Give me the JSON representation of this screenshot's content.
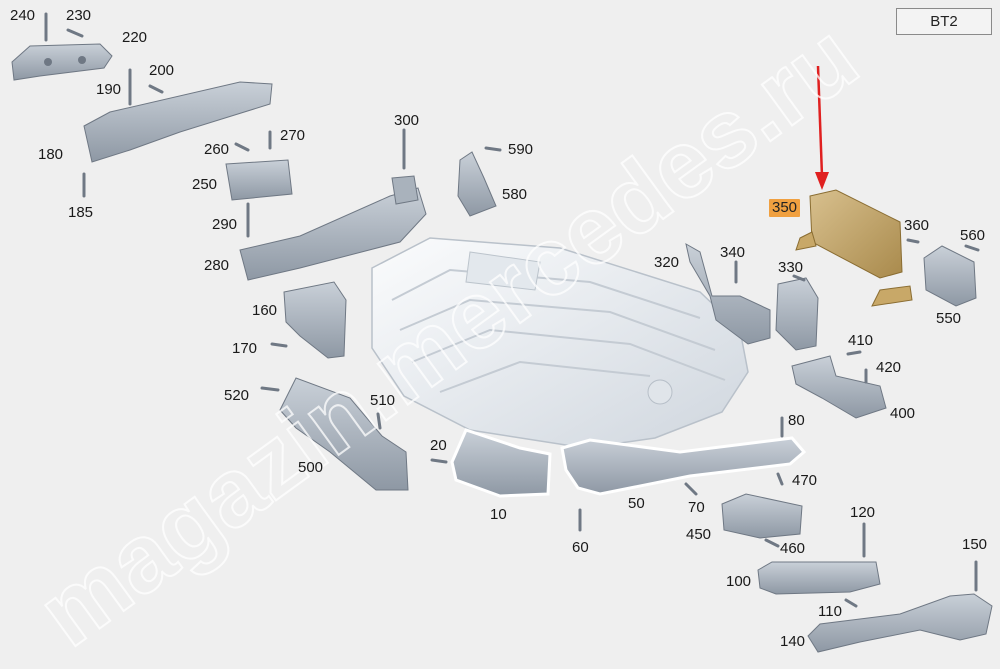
{
  "badge": "BT2",
  "watermark": "magazin.mercedes.ru",
  "highlight_color": "#f0a040",
  "arrow_color": "#e02020",
  "labels": {
    "l240": "240",
    "l230": "230",
    "l220": "220",
    "l200": "200",
    "l190": "190",
    "l180": "180",
    "l185": "185",
    "l300": "300",
    "l270": "270",
    "l260": "260",
    "l250": "250",
    "l290": "290",
    "l280": "280",
    "l590": "590",
    "l580": "580",
    "l160": "160",
    "l170": "170",
    "l520": "520",
    "l510": "510",
    "l500": "500",
    "l20": "20",
    "l10": "10",
    "l60": "60",
    "l50": "50",
    "l70": "70",
    "l80": "80",
    "l470": "470",
    "l450": "450",
    "l460": "460",
    "l120": "120",
    "l100": "100",
    "l110": "110",
    "l150": "150",
    "l140": "140",
    "l320": "320",
    "l340": "340",
    "l330": "330",
    "l350": "350",
    "l360": "360",
    "l560": "560",
    "l550": "550",
    "l410": "410",
    "l420": "420",
    "l400": "400"
  }
}
